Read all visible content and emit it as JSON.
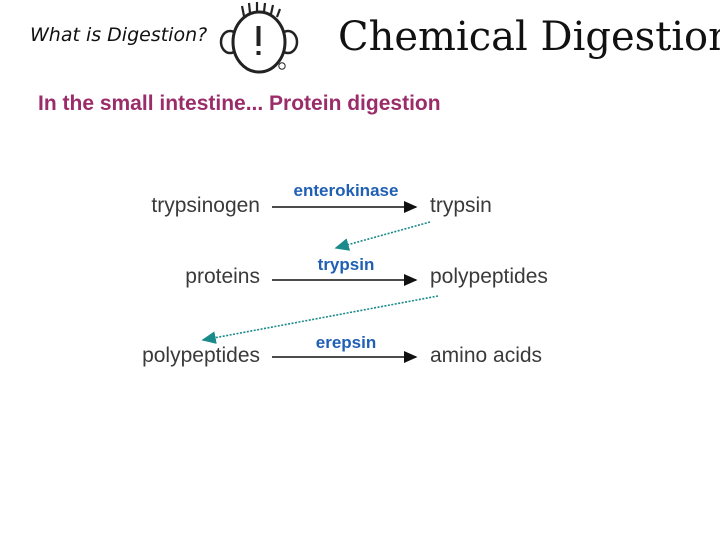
{
  "header": {
    "question": "What is Digestion?",
    "title": "Chemical Digestion",
    "logo_icon": "exclamation-face-icon",
    "logo_mark": "!"
  },
  "subtitle": "In the small intestine... Protein digestion",
  "reactions": [
    {
      "substrate": "trypsinogen",
      "enzyme": "enterokinase",
      "product": "trypsin"
    },
    {
      "substrate": "proteins",
      "enzyme": "trypsin",
      "product": "polypeptides"
    },
    {
      "substrate": "polypeptides",
      "enzyme": "erepsin",
      "product": "amino acids"
    }
  ],
  "colors": {
    "subtitle": "#9b2c6a",
    "enzyme": "#1f5fb4",
    "link_arrow": "#1a8a8a",
    "reaction_arrow": "#111111"
  }
}
